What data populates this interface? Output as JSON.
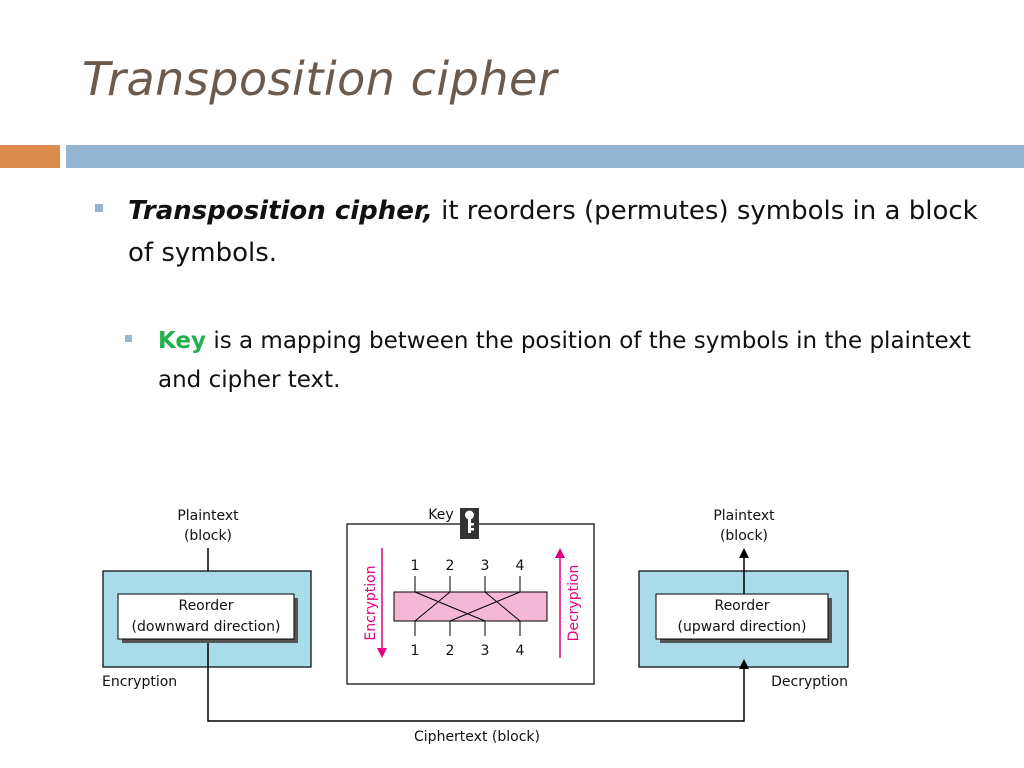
{
  "slide": {
    "title": "Transposition cipher",
    "bullet1": {
      "term": "Transposition cipher,",
      "text": " it reorders (permutes) symbols in a block of symbols."
    },
    "bullet2": {
      "term": "Key",
      "text": " is a mapping between the position of the symbols in the plaintext and cipher text."
    }
  },
  "colors": {
    "title": "#6b5a4e",
    "accent_orange": "#dd8a4e",
    "accent_blue": "#94b6d2",
    "key_term": "#22b04b",
    "box_fill": "#a9dbe8",
    "permutation_fill": "#f4b8d6",
    "arrow_magenta": "#e5007e"
  },
  "diagram": {
    "left": {
      "input_line1": "Plaintext",
      "input_line2": "(block)",
      "box_line1": "Reorder",
      "box_line2": "(downward direction)",
      "label": "Encryption"
    },
    "center": {
      "key_label": "Key",
      "encryption_label": "Encryption",
      "decryption_label": "Decryption",
      "top_numbers": [
        "1",
        "2",
        "3",
        "4"
      ],
      "bottom_numbers": [
        "1",
        "2",
        "3",
        "4"
      ]
    },
    "right": {
      "output_line1": "Plaintext",
      "output_line2": "(block)",
      "box_line1": "Reorder",
      "box_line2": "(upward direction)",
      "label": "Decryption"
    },
    "channel_label": "Ciphertext (block)"
  }
}
